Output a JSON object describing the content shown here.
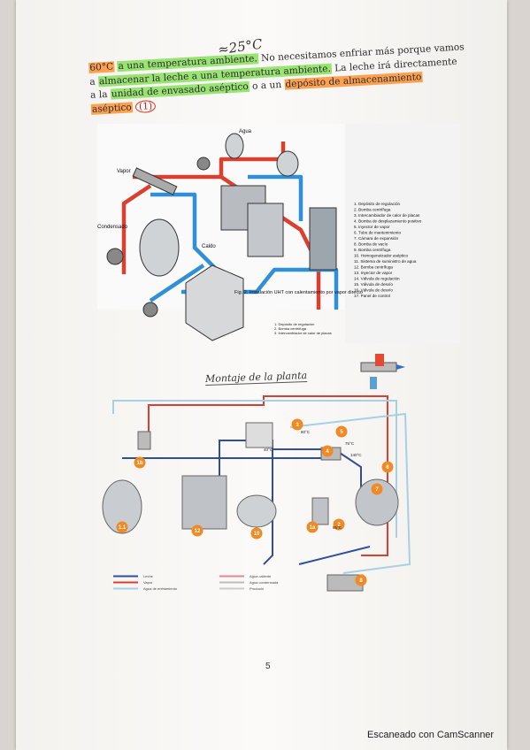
{
  "handwritten": {
    "temp_note": "≈25°C",
    "section_title": "Montaje de la planta"
  },
  "paragraph": {
    "l1_a": "60°C",
    "l1_b": "a una temperatura ambiente.",
    "l1_c": " No necesitamos enfriar más porque vamos",
    "l2_a": "a ",
    "l2_b": "almacenar la leche a una temperatura ambiente.",
    "l2_c": " La leche irá directamente",
    "l3_a": "a la ",
    "l3_b": "unidad de envasado aséptico",
    "l3_c": " o a un ",
    "l3_d": "depósito de almacenamiento",
    "l4_a": "aséptico",
    "l4_b": "(1)"
  },
  "figure1": {
    "labels": {
      "agua": "Agua",
      "vapor": "Vapor",
      "condensado": "Condensado",
      "caldo": "Caldo"
    },
    "caption": "Fig. 2. Instalación UHT con calentamiento por vapor directo",
    "legend": [
      "1. Depósito de regulación",
      "2. Bomba centrífuga",
      "3. Intercambiador de calor de placas",
      "4. Bomba de desplazamiento positivo",
      "5. Inyector de vapor",
      "6. Tubo de mantenimiento",
      "7. Cámara de expansión",
      "8. Bomba de vacío",
      "9. Bomba centrífuga",
      "10. Homogeneizador aséptico",
      "11. Sistema de suministro de agua",
      "12. Bomba centrífuga",
      "13. Inyector de vapor",
      "14. Válvula de regulación",
      "15. Válvula de desvío",
      "16. Válvula de desvío",
      "17. Panel de control"
    ],
    "sub_legend": [
      "1. Depósito de regulación",
      "2. Bomba centrífuga",
      "3. Intercambiador de calor de placas"
    ]
  },
  "figure2": {
    "badges": [
      "1b",
      "1.1",
      "12",
      "10",
      "1a",
      "2",
      "3",
      "4",
      "5",
      "6",
      "7",
      "8"
    ],
    "temps": [
      "40°C",
      "80°C",
      "75°C",
      "140°C",
      "85°C"
    ],
    "legend": [
      "Leche",
      "Vapor",
      "Agua de enfriamiento",
      "Agua caliente",
      "Agua condensada",
      "Producto"
    ]
  },
  "footer": {
    "page_number": "5",
    "scanner": "Escaneado con CamScanner"
  },
  "colors": {
    "steam": "#d9402f",
    "water": "#2f8fd8",
    "highlight_green": "#78dc46",
    "highlight_orange": "#ff8c28",
    "badge": "#f08a24"
  }
}
